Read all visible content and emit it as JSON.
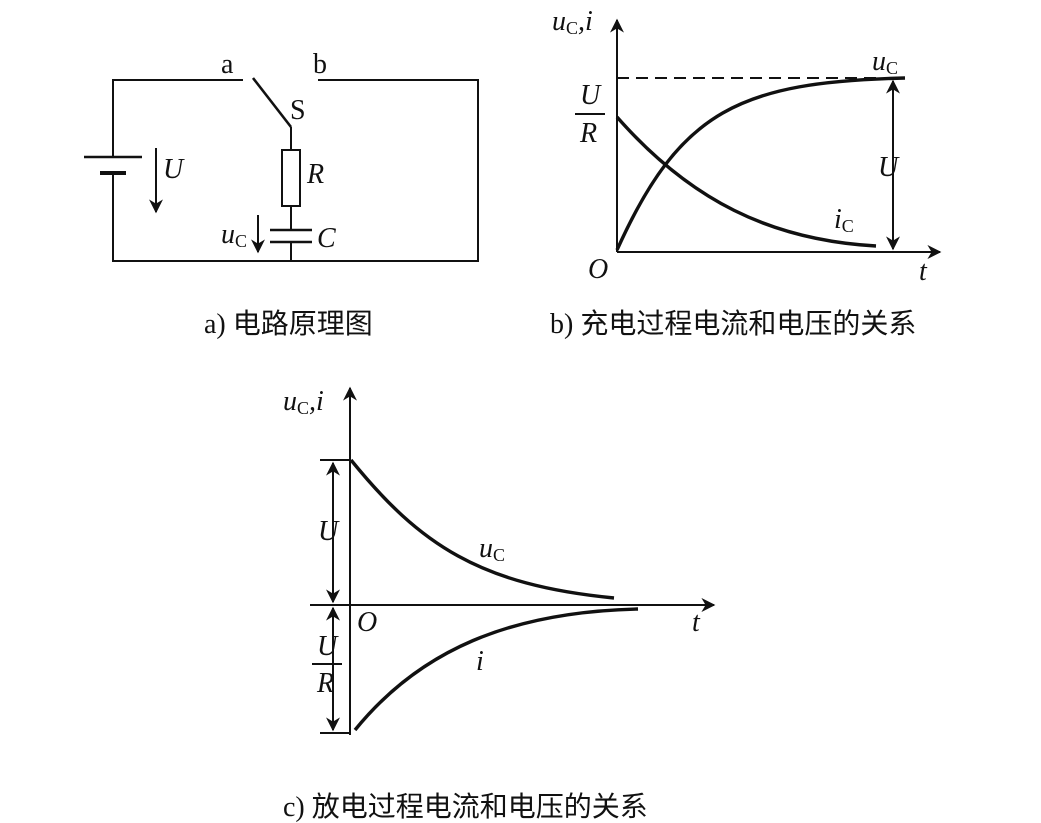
{
  "circuit": {
    "switch_a": "a",
    "switch_b": "b",
    "switch_s": "S",
    "voltage_label": "U",
    "resistor_label": "R",
    "capacitor_label": "C",
    "uc_main": "u",
    "uc_sub": "C",
    "caption": "a) 电路原理图"
  },
  "charging_plot": {
    "yaxis_u": "u",
    "yaxis_sub": "C",
    "yaxis_rest": ",i",
    "origin": "O",
    "xaxis": "t",
    "ur_num": "U",
    "ur_den": "R",
    "u_mark": "U",
    "uc_main": "u",
    "uc_sub": "C",
    "ic_main": "i",
    "ic_sub": "C",
    "caption": "b) 充电过程电流和电压的关系"
  },
  "discharging_plot": {
    "yaxis_u": "u",
    "yaxis_sub": "C",
    "yaxis_rest": ",i",
    "origin": "O",
    "xaxis": "t",
    "u_mark": "U",
    "ur_num": "U",
    "ur_den": "R",
    "uc_main": "u",
    "uc_sub": "C",
    "i_label": "i",
    "caption": "c) 放电过程电流和电压的关系"
  }
}
